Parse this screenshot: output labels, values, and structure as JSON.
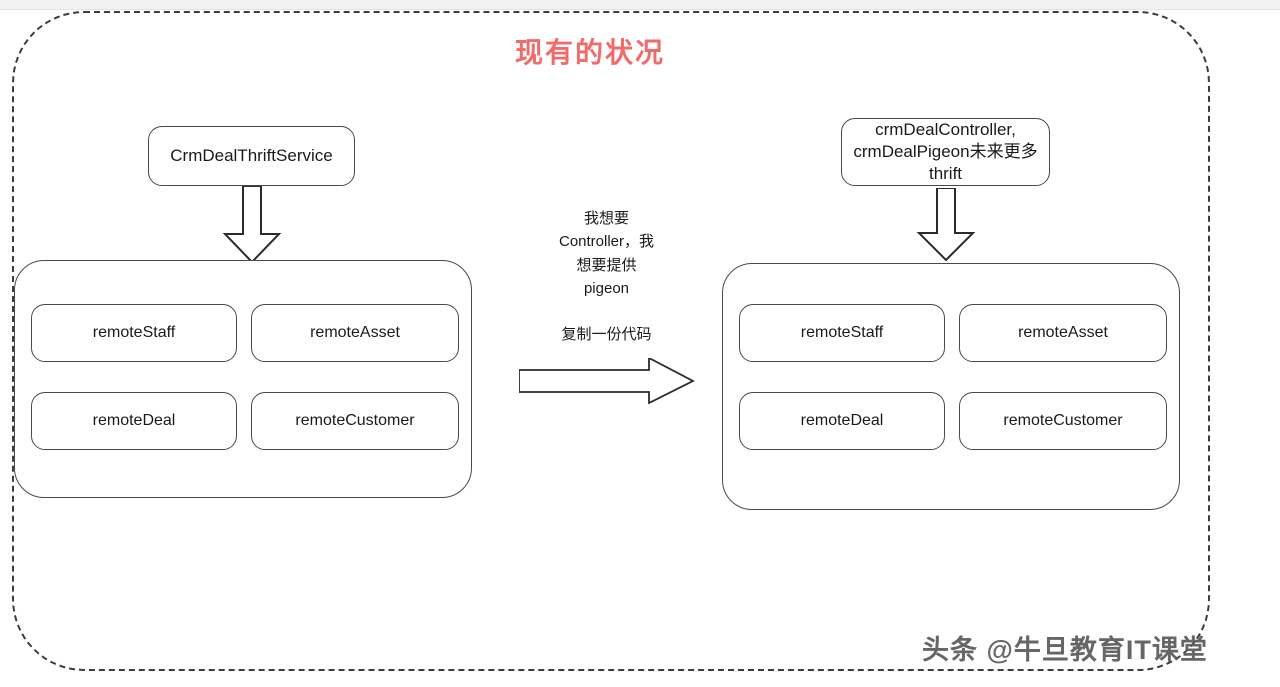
{
  "diagram": {
    "title": "现有的状况",
    "title_color": "#f26b6b",
    "left": {
      "header": "CrmDealThriftService",
      "services": [
        {
          "label": "remoteStaff"
        },
        {
          "label": "remoteAsset"
        },
        {
          "label": "remoteDeal"
        },
        {
          "label": "remoteCustomer"
        }
      ]
    },
    "right": {
      "header_lines": [
        "crmDealController,",
        "crmDealPigeon未来更多",
        "thrift"
      ],
      "services": [
        {
          "label": "remoteStaff"
        },
        {
          "label": "remoteAsset"
        },
        {
          "label": "remoteDeal"
        },
        {
          "label": "remoteCustomer"
        }
      ]
    },
    "middle": {
      "note_lines": [
        "我想要",
        "Controller，我",
        "想要提供",
        "pigeon"
      ],
      "action_label": "复制一份代码"
    },
    "arrows": {
      "left_down": "down-block-arrow",
      "right_down": "down-block-arrow",
      "center_right": "right-block-arrow"
    }
  },
  "watermark": {
    "text": "头条 @牛旦教育IT课堂"
  }
}
